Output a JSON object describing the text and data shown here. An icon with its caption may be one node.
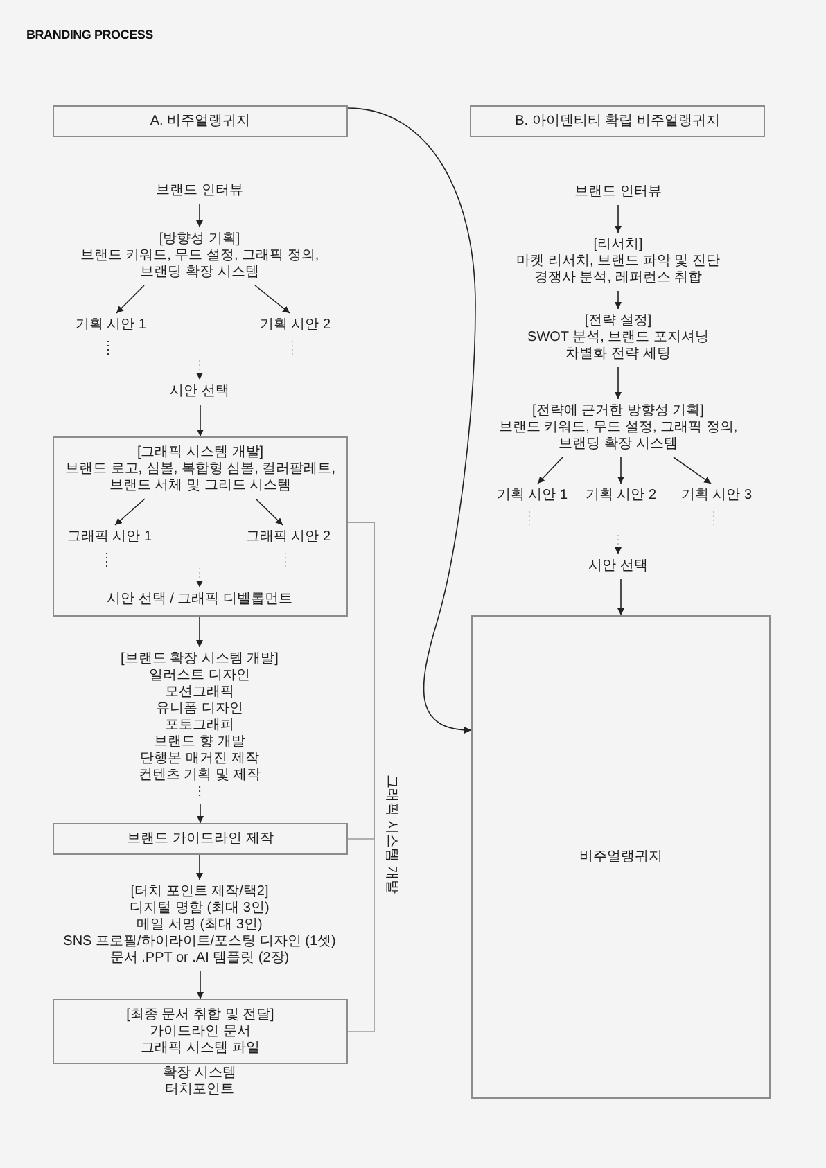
{
  "diagram": {
    "title": "BRANDING PROCESS",
    "nodes": [
      {
        "text": [
          "A. 비주얼랭귀지"
        ]
      },
      {
        "text": [
          "브랜드 인터뷰"
        ]
      },
      {
        "text": [
          "[방향성 기획]",
          "브랜드 키워드, 무드 설정, 그래픽 정의, 브랜딩 확장 시스템"
        ]
      },
      {
        "text": [
          "기획 시안 1"
        ]
      },
      {
        "text": [
          "기획 시안 2"
        ]
      },
      {
        "text": [
          "시안 선택"
        ]
      },
      {
        "text": [],
        "shape": "box"
      },
      {
        "text": [
          "[그래픽 시스템 개발]",
          "브랜드 로고, 심볼, 복합형 심볼, 컬러팔레트, 브랜드 서체 및 그리드 시스템"
        ],
        "in": 6
      },
      {
        "text": [
          "그래픽 시안 1"
        ],
        "in": 6
      },
      {
        "text": [
          "그래픽 시안 2"
        ],
        "in": 6
      },
      {
        "text": [
          "시안 선택 / 그래픽 디벨롭먼트"
        ],
        "in": 6
      },
      {
        "text": [
          "[브랜드 확장 시스템 개발]",
          "일러스트 디자인",
          "모션그래픽",
          "유니폼 디자인",
          "포토그래피",
          "브랜드 향 개발",
          "단행본 매거진 제작",
          "컨텐츠 기획 및 제작"
        ]
      },
      {
        "text": [
          "브랜드 가이드라인 제작"
        ]
      },
      {
        "text": [
          "[터치 포인트 제작/택2]",
          "디지털 명함 (최대 3인)",
          "메일 서명 (최대 3인)",
          "SNS 프로필/하이라이트/포스팅 디자인 (1셋)",
          "문서 .PPT or .AI 템플릿 (2장)"
        ]
      },
      {
        "text": [
          "[최종 문서 취합 및 전달]",
          "가이드라인 문서",
          "그래픽 시스템 파일"
        ],
        "beside": [
          "확장 시스템",
          "터치포인트"
        ]
      },
      {
        "text": [
          "B. 아이덴티티 확립 비주얼랭귀지"
        ]
      },
      {
        "text": [
          "브랜드 인터뷰"
        ]
      },
      {
        "text": [
          "[리서치]",
          "마켓 리서치, 브랜드 파악 및 진단",
          "경쟁사 분석, 레퍼런스 취합"
        ]
      },
      {
        "text": [
          "[전략 설정]",
          "SWOT 분석, 브랜드 포지셔닝",
          "차별화 전략 세팅"
        ]
      },
      {
        "text": [
          "[전략에 근거한 방향성 기획]",
          "브랜드 키워드, 무드 설정, 그래픽 정의, 브랜딩 확장 시스템"
        ]
      },
      {
        "text": [
          "기획 시안 1"
        ]
      },
      {
        "text": [
          "기획 시안 2"
        ]
      },
      {
        "text": [
          "기획 시안 3"
        ]
      },
      {
        "text": [
          "시안 선택"
        ]
      },
      {
        "text": [
          "비주얼랭귀지"
        ]
      }
    ],
    "edges": [
      {
        "from": 1,
        "to": 2,
        "arrow": "to"
      },
      {
        "from": 2,
        "to": 3,
        "arrow": "to"
      },
      {
        "from": 2,
        "to": 4,
        "arrow": "to"
      },
      {
        "from": null,
        "to": 5,
        "arrow": "to",
        "style": "dashed",
        "color": "#b5b5b5"
      },
      {
        "from": 5,
        "to": 6,
        "arrow": "to"
      },
      {
        "from": 7,
        "to": 8,
        "arrow": "to"
      },
      {
        "from": 7,
        "to": 9,
        "arrow": "to"
      },
      {
        "from": null,
        "to": 10,
        "arrow": "to",
        "style": "dashed",
        "color": "#b5b5b5"
      },
      {
        "from": 6,
        "to": 11,
        "arrow": "to"
      },
      {
        "from": 11,
        "to": 12,
        "arrow": "to"
      },
      {
        "from": 12,
        "to": 13,
        "arrow": "to"
      },
      {
        "from": 13,
        "to": 14,
        "arrow": "to"
      },
      {
        "from": 6,
        "to": 12,
        "arrow": "none",
        "color": "#9a9a9a"
      },
      {
        "from": 6,
        "to": 14,
        "arrow": "none",
        "color": "#9a9a9a"
      },
      {
        "from": 0,
        "to": 24,
        "arrow": "to"
      },
      {
        "from": 16,
        "to": 17,
        "arrow": "to"
      },
      {
        "from": 17,
        "to": 18,
        "arrow": "to"
      },
      {
        "from": 18,
        "to": 19,
        "arrow": "to"
      },
      {
        "from": 19,
        "to": 20,
        "arrow": "to"
      },
      {
        "from": 19,
        "to": 21,
        "arrow": "to"
      },
      {
        "from": 19,
        "to": 22,
        "arrow": "to"
      },
      {
        "from": null,
        "to": 23,
        "arrow": "to",
        "style": "dashed",
        "color": "#b5b5b5"
      },
      {
        "from": 23,
        "to": 24,
        "arrow": "to"
      }
    ],
    "labels": [
      "그래픽 시스템 개발"
    ]
  }
}
